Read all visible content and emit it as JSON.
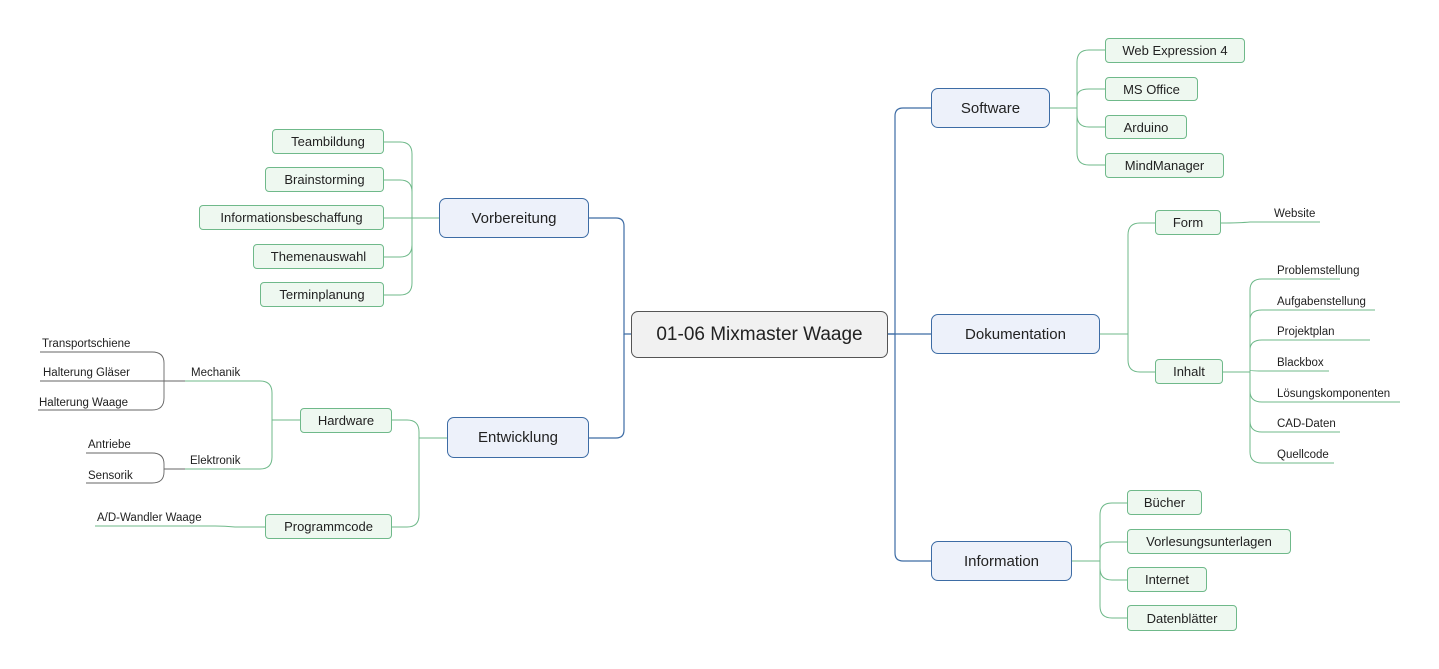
{
  "central": "01-06 Mixmaster Waage",
  "branches": {
    "software": {
      "label": "Software",
      "items": [
        "Web Expression 4",
        "MS Office",
        "Arduino",
        "MindManager"
      ]
    },
    "dokumentation": {
      "label": "Dokumentation",
      "form": {
        "label": "Form",
        "items": [
          "Website"
        ]
      },
      "inhalt": {
        "label": "Inhalt",
        "items": [
          "Problemstellung",
          "Aufgabenstellung",
          "Projektplan",
          "Blackbox",
          "Lösungskomponenten",
          "CAD-Daten",
          "Quellcode"
        ]
      }
    },
    "information": {
      "label": "Information",
      "items": [
        "Bücher",
        "Vorlesungsunterlagen",
        "Internet",
        "Datenblätter"
      ]
    },
    "vorbereitung": {
      "label": "Vorbereitung",
      "items": [
        "Teambildung",
        "Brainstorming",
        "Informationsbeschaffung",
        "Themenauswahl",
        "Terminplanung"
      ]
    },
    "entwicklung": {
      "label": "Entwicklung",
      "hardware": {
        "label": "Hardware",
        "mechanik": {
          "label": "Mechanik",
          "items": [
            "Transportschiene",
            "Halterung Gläser",
            "Halterung Waage"
          ]
        },
        "elektronik": {
          "label": "Elektronik",
          "items": [
            "Antriebe",
            "Sensorik"
          ]
        }
      },
      "programmcode": {
        "label": "Programmcode",
        "items": [
          "A/D-Wandler Waage"
        ]
      }
    }
  },
  "colors": {
    "main_line": "#3d6ca5",
    "sub_line": "#6fb98a",
    "leaf_line": "#666666"
  }
}
